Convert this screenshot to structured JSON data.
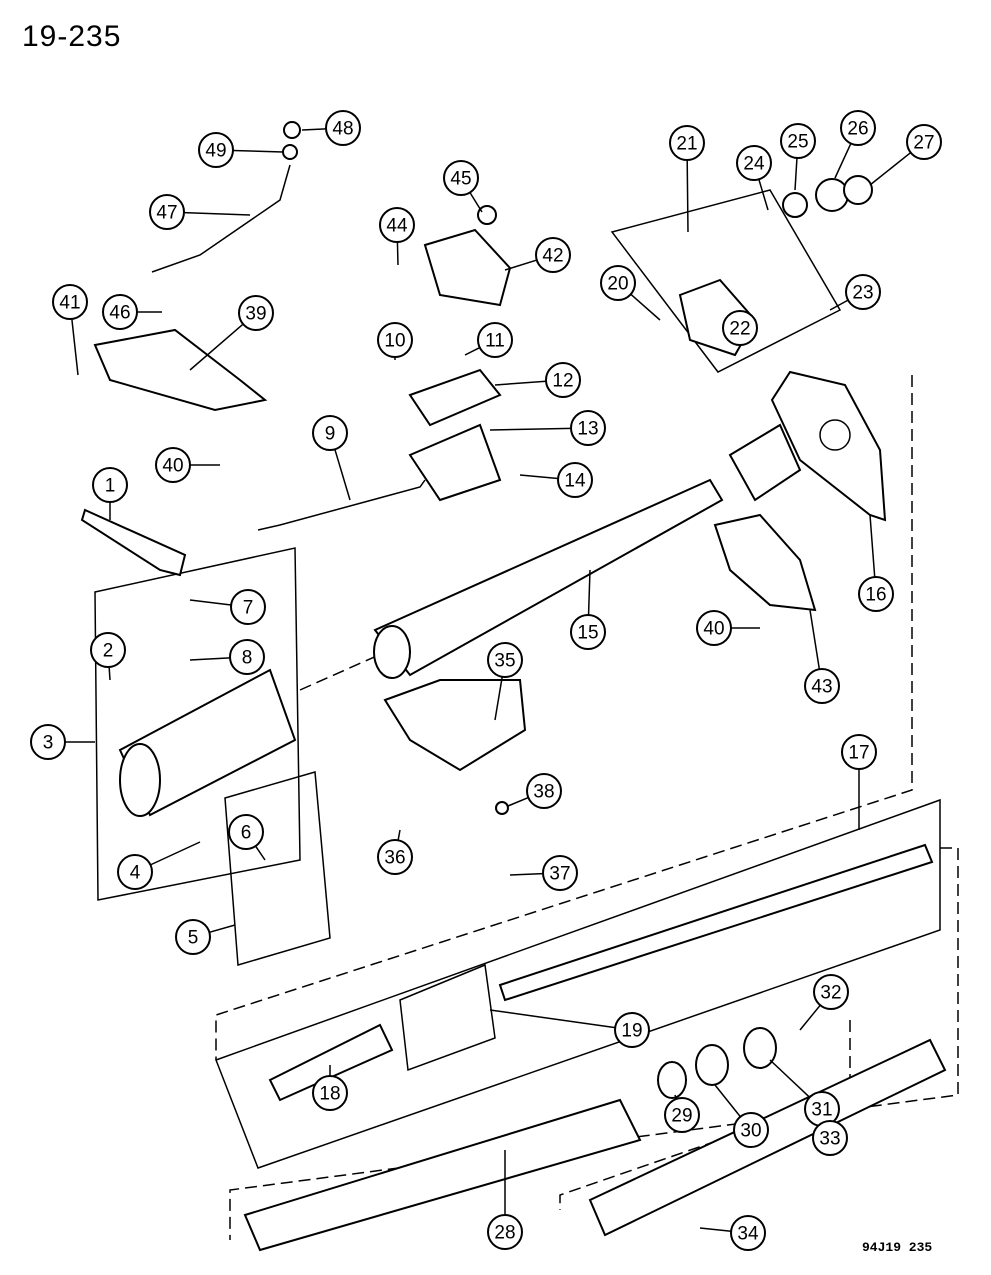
{
  "header": {
    "page_number": "19-235"
  },
  "footer": {
    "figure_code": "94J19 235"
  },
  "diagram": {
    "title": "Steering column exploded view",
    "callouts": [
      "48",
      "49",
      "47",
      "45",
      "44",
      "42",
      "41",
      "46",
      "39",
      "10",
      "11",
      "12",
      "13",
      "14",
      "40",
      "9",
      "1",
      "7",
      "8",
      "2",
      "3",
      "4",
      "6",
      "5",
      "15",
      "35",
      "38",
      "36",
      "37",
      "21",
      "24",
      "25",
      "26",
      "27",
      "20",
      "22",
      "23",
      "16",
      "40",
      "43",
      "17",
      "19",
      "32",
      "18",
      "29",
      "30",
      "31",
      "28",
      "33",
      "34"
    ]
  }
}
